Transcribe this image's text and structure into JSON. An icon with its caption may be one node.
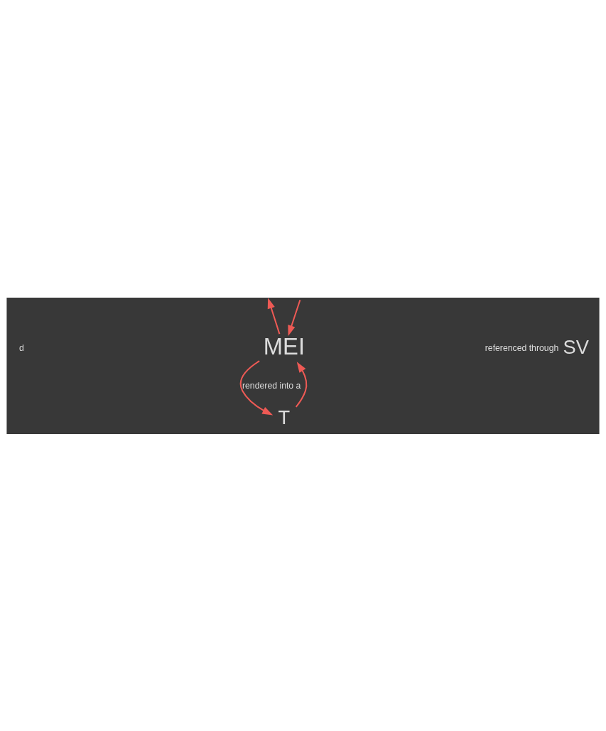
{
  "diagram": {
    "nodes": [
      {
        "text": [
          "MEI"
        ]
      },
      {
        "text": [
          "SV"
        ],
        "beside": [
          "referenced through"
        ]
      },
      {
        "text": [
          "T"
        ]
      }
    ],
    "edges": [
      {
        "from": null,
        "to": 0,
        "arrow": "to"
      },
      {
        "from": 0,
        "to": null,
        "arrow": "to"
      },
      {
        "from": 0,
        "to": 2,
        "arrow": "to",
        "label": "rendered into a"
      },
      {
        "from": 2,
        "to": 0,
        "arrow": "to"
      }
    ],
    "labels": [
      "d"
    ]
  }
}
